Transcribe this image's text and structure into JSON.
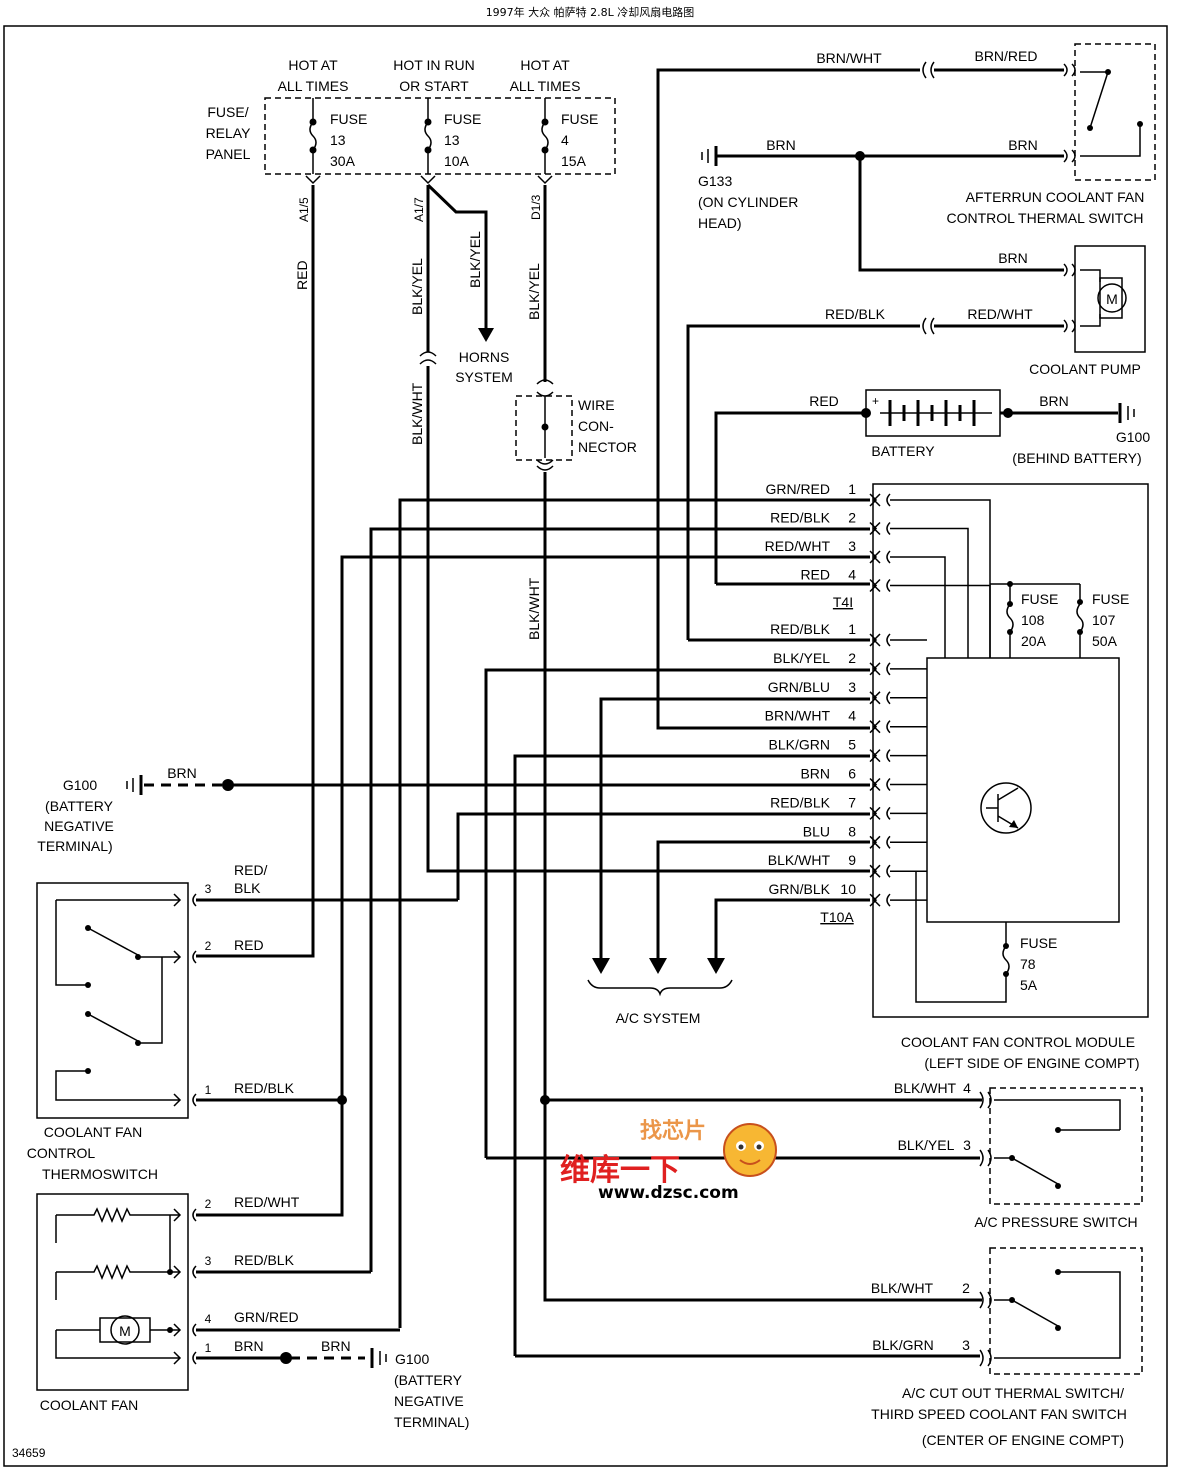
{
  "header": {
    "title": "1997年 大众 帕萨特 2.8L 冷却风扇电路图"
  },
  "figure_number": "34659",
  "fuse_panel": {
    "label_lines": [
      "FUSE/",
      "RELAY",
      "PANEL"
    ],
    "col1_hdr": [
      "HOT AT",
      "ALL TIMES"
    ],
    "col2_hdr": [
      "HOT IN RUN",
      "OR START"
    ],
    "col3_hdr": [
      "HOT AT",
      "ALL TIMES"
    ],
    "fuse1": [
      "FUSE",
      "13",
      "30A"
    ],
    "fuse2": [
      "FUSE",
      "13",
      "10A"
    ],
    "fuse3": [
      "FUSE",
      "4",
      "15A"
    ],
    "pin1": "A1/5",
    "pin2": "A1/7",
    "pin3": "D1/3"
  },
  "vertical_wire_labels": {
    "red": "RED",
    "blkyel_a": "BLK/YEL",
    "blkyel_b": "BLK/YEL",
    "blkyel_c": "BLK/YEL",
    "blkwht_a": "BLK/WHT",
    "blkwht_b": "BLK/WHT"
  },
  "horns": [
    "HORNS",
    "SYSTEM"
  ],
  "wire_connector": [
    "WIRE",
    "CON-",
    "NECTOR"
  ],
  "g133": {
    "wire": "BRN",
    "wire2": "BRN",
    "label": [
      "G133",
      "(ON CYLINDER",
      "HEAD)"
    ]
  },
  "afterrun_switch": {
    "wire_top_left": "BRN/WHT",
    "wire_top_right": "BRN/RED",
    "label": [
      "AFTERRUN COOLANT FAN",
      "CONTROL THERMAL SWITCH"
    ]
  },
  "coolant_pump": {
    "wire_top": "BRN",
    "wire_left": "RED/BLK",
    "wire_right": "RED/WHT",
    "motor": "M",
    "label": "COOLANT PUMP"
  },
  "battery": {
    "wire_left": "RED",
    "wire_right": "BRN",
    "plus": "+",
    "label": "BATTERY",
    "ground": [
      "G100",
      "(BEHIND BATTERY)"
    ]
  },
  "t4": {
    "name": "T4I",
    "wires": [
      "GRN/RED",
      "RED/BLK",
      "RED/WHT",
      "RED"
    ],
    "pins": [
      "1",
      "2",
      "3",
      "4"
    ]
  },
  "t10": {
    "name": "T10A",
    "wires": [
      "RED/BLK",
      "BLK/YEL",
      "GRN/BLU",
      "BRN/WHT",
      "BLK/GRN",
      "BRN",
      "RED/BLK",
      "BLU",
      "BLK/WHT",
      "GRN/BLK"
    ],
    "pins": [
      "1",
      "2",
      "3",
      "4",
      "5",
      "6",
      "7",
      "8",
      "9",
      "10"
    ]
  },
  "module_fuses": {
    "f108": [
      "FUSE",
      "108",
      "20A"
    ],
    "f107": [
      "FUSE",
      "107",
      "50A"
    ],
    "f78": [
      "FUSE",
      "78",
      "5A"
    ]
  },
  "module_label": [
    "COOLANT FAN CONTROL MODULE",
    "(LEFT SIDE OF ENGINE COMPT)"
  ],
  "ac_system": "A/C SYSTEM",
  "g100_left": {
    "wire": "BRN",
    "label": [
      "G100",
      "(BATTERY",
      "NEGATIVE",
      "TERMINAL)"
    ]
  },
  "thermoswitch": {
    "pins": [
      "3",
      "2",
      "1"
    ],
    "wires": [
      "RED/",
      "BLK",
      "RED",
      "RED/BLK"
    ],
    "label": [
      "COOLANT FAN",
      "CONTROL",
      "THERMOSWITCH"
    ]
  },
  "coolant_fan": {
    "pins": [
      "2",
      "3",
      "4",
      "1"
    ],
    "wires": [
      "RED/WHT",
      "RED/BLK",
      "GRN/RED",
      "BRN"
    ],
    "wire_gnd": "BRN",
    "motor": "M",
    "label": "COOLANT FAN",
    "ground": [
      "G100",
      "(BATTERY",
      "NEGATIVE",
      "TERMINAL)"
    ]
  },
  "ac_pressure": {
    "wires": [
      "BLK/WHT",
      "BLK/YEL"
    ],
    "pins": [
      "4",
      "3"
    ],
    "label": "A/C PRESSURE SWITCH"
  },
  "ac_cutout": {
    "wires": [
      "BLK/WHT",
      "BLK/GRN"
    ],
    "pins": [
      "2",
      "3"
    ],
    "label": [
      "A/C CUT OUT THERMAL SWITCH/",
      "THIRD SPEED COOLANT FAN SWITCH",
      "(CENTER OF ENGINE COMPT)"
    ]
  },
  "watermark": {
    "top": "找芯片",
    "middle": "维库一下",
    "url": "www.dzsc.com"
  }
}
